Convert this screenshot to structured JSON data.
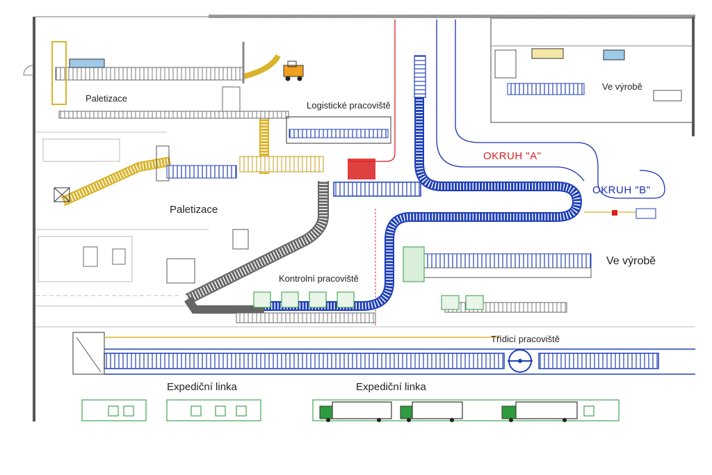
{
  "labels": {
    "paletizace_top": "Paletizace",
    "logisticke": "Logistické pracoviště",
    "paletizace_mid": "Paletizace",
    "ve_vyrobe_top": "Ve výrobě",
    "ve_vyrobe_right": "Ve výrobě",
    "kontrolni": "Kontrolní pracoviště",
    "tridici": "Třídicí pracoviště",
    "expedicni_1": "Expediční linka",
    "expedicni_2": "Expediční linka"
  },
  "loops": {
    "a": "OKRUH \"A\"",
    "b": "OKRUH \"B\""
  },
  "colors": {
    "conveyor_blue": "#1f3fb8",
    "loop_red": "#d91f1f",
    "loop_blue": "#1b2fb0",
    "accent_yellow": "#e0b21c",
    "station_green": "#2e9b3f",
    "wall_gray": "#555555"
  },
  "icons": [
    "forklift-icon",
    "truck-icon",
    "door-icon"
  ]
}
